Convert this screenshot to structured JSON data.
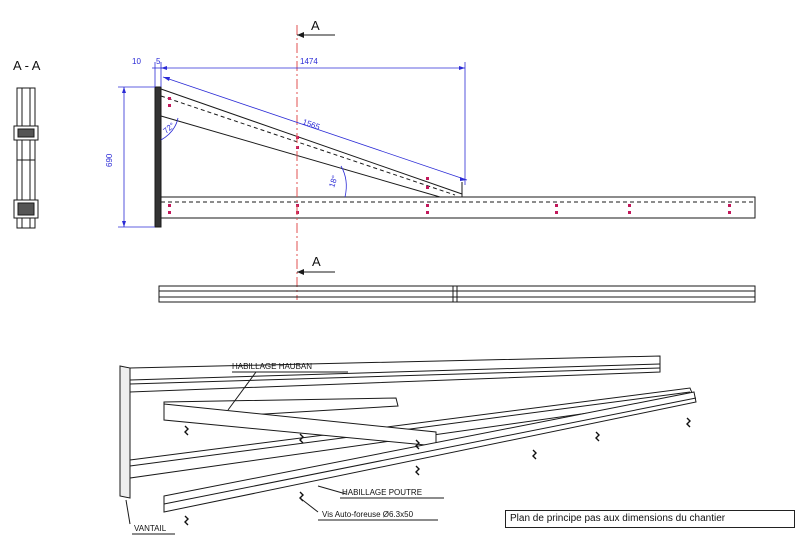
{
  "section_view": {
    "label": "A - A"
  },
  "cut_markers": {
    "top": "A",
    "bottom": "A"
  },
  "dimensions": {
    "offset_a": "10",
    "offset_b": "5",
    "length": "1474",
    "brace_length": "1565",
    "height": "690",
    "angle_top": "72°",
    "angle_bottom": "18°"
  },
  "callouts": {
    "brace_cladding": "HABILLAGE HAUBAN",
    "beam_cladding": "HABILLAGE POUTRE",
    "screw": "Vis Auto-foreuse Ø6.3x50",
    "leaf": "VANTAIL"
  },
  "note": "Plan de principe pas aux dimensions du chantier",
  "colors": {
    "line": "#1a1a1a",
    "dimension": "#2b2bd6",
    "axis": "#e05050",
    "bolt": "#c2185b"
  }
}
